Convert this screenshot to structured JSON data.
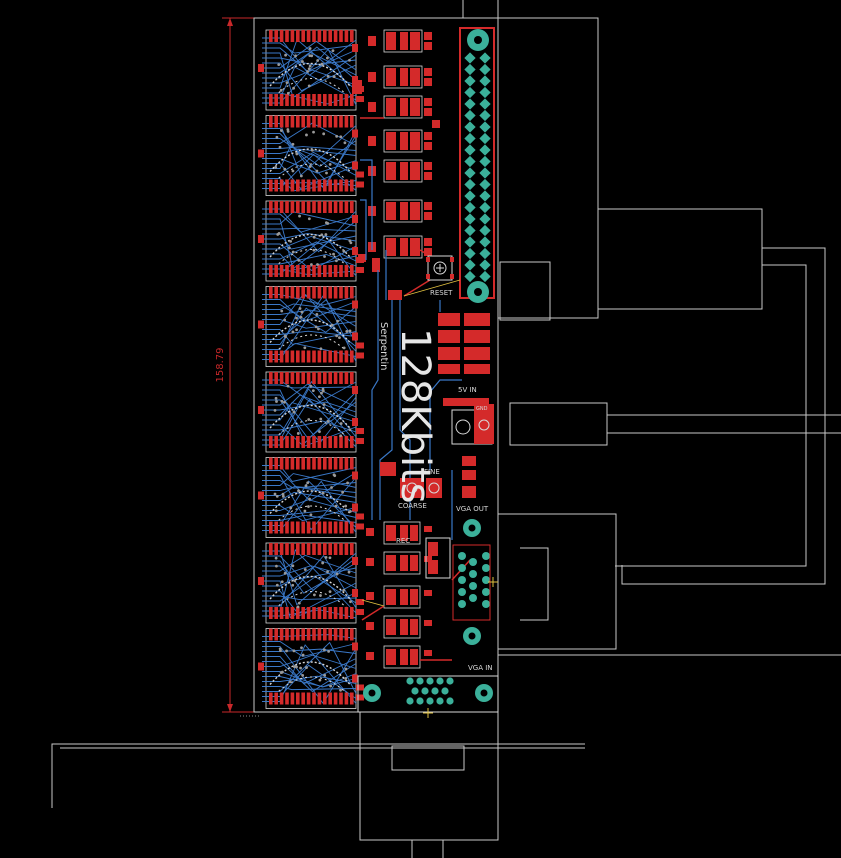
{
  "board": {
    "title": "128Kbits",
    "author": "Serpentin",
    "dimension_label": "158.79"
  },
  "labels": {
    "reset": "RESET",
    "power_in": "5V IN",
    "vga_out": "VGA OUT",
    "vga_in": "VGA IN",
    "fine": "FINE",
    "coarse": "COARSE",
    "rec": "REC",
    "gnd": "GND"
  },
  "colors": {
    "background": "#000000",
    "outline": "#c8c8c8",
    "copper_top": "#d42a2a",
    "copper_bottom": "#3a78c8",
    "pad": "#3bb09a",
    "dimension": "#c8282a",
    "silkscreen": "#d8d8d8"
  }
}
